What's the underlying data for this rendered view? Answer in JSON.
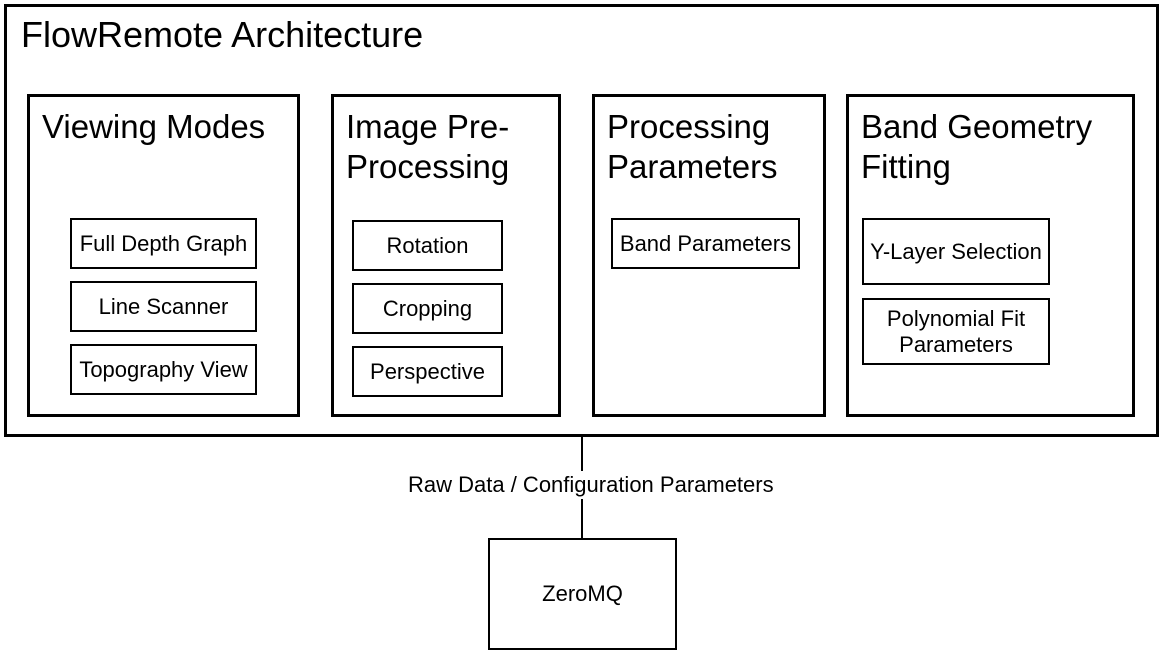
{
  "diagram": {
    "title": "FlowRemote Architecture",
    "columns": [
      {
        "title": "Viewing Modes",
        "items": [
          "Full Depth Graph",
          "Line Scanner",
          "Topography View"
        ]
      },
      {
        "title": "Image Pre-Processing",
        "items": [
          "Rotation",
          "Cropping",
          "Perspective"
        ]
      },
      {
        "title": "Processing Parameters",
        "items": [
          "Band Parameters"
        ]
      },
      {
        "title": "Band Geometry Fitting",
        "items": [
          "Y-Layer Selection",
          "Polynomial Fit Parameters"
        ]
      }
    ],
    "connector_label": "Raw Data / Configuration Parameters",
    "external_node": "ZeroMQ",
    "colors": {
      "ink": "#000000",
      "background": "#ffffff"
    }
  }
}
